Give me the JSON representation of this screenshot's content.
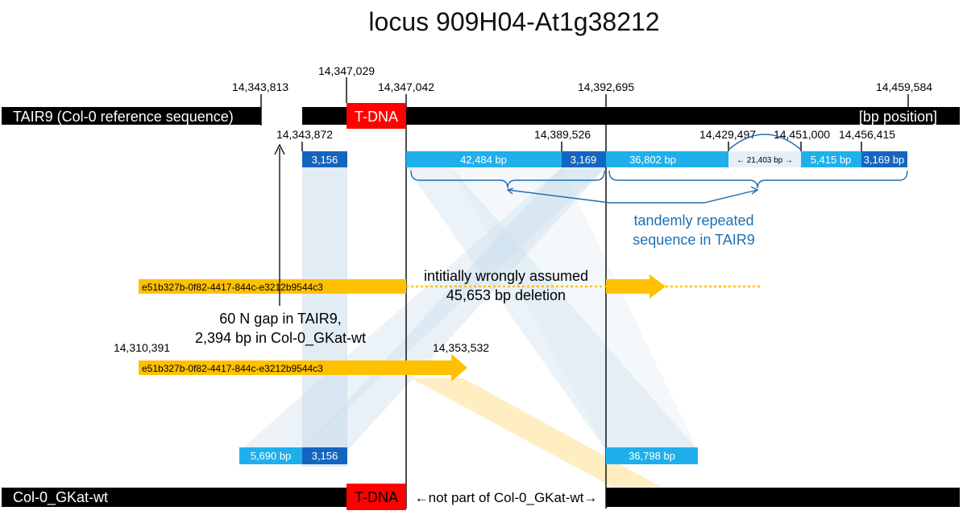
{
  "title": "locus 909H04-At1g38212",
  "tair9": {
    "label": "TAIR9 (Col-0 reference sequence)",
    "unit_label": "[bp position]",
    "tdna": "T-DNA",
    "positions": {
      "p1": "14,343,813",
      "p2": "14,347,029",
      "p3": "14,347,042",
      "p4": "14,392,695",
      "p5": "14,459,584",
      "p6": "14,343,872",
      "p7": "14,389,526",
      "p8": "14,429,497",
      "p9": "14,451,000",
      "p10": "14,456,415"
    },
    "segments": {
      "s1": "3,156",
      "s2": "42,484 bp",
      "s3": "3,169",
      "s4": "36,802 bp",
      "gap": "← 21,403 bp →",
      "s5": "5,415 bp",
      "s6": "3,169 bp"
    },
    "repeat_note_line1": "tandemly repeated",
    "repeat_note_line2": "sequence in TAIR9"
  },
  "contigs": {
    "upper_id": "e51b327b-0f82-4417-844c-e3212b9544c3",
    "lower_id": "e51b327b-0f82-4417-844c-e3212b9544c3",
    "deletion_note_line1": "intitially wrongly assumed",
    "deletion_note_line2": "45,653 bp deletion",
    "gap_note_line1": "60 N gap in TAIR9,",
    "gap_note_line2": "2,394 bp in Col-0_GKat-wt",
    "left_pos": "14,310,391",
    "right_pos": "14,353,532"
  },
  "gkat": {
    "label": "Col-0_GKat-wt",
    "tdna": "T-DNA",
    "not_part": "←not part of Col-0_GKat-wt→",
    "segments": {
      "g1": "5,690 bp",
      "g2": "3,156",
      "g3": "36,798 bp"
    }
  },
  "colors": {
    "bar": "#000000",
    "tdna": "#ff0000",
    "light_blue": "#1fb0ec",
    "dark_blue": "#1565c0",
    "pale_blue": "#cfe3f1",
    "orange": "#ffc000",
    "annotation_blue": "#1f6fb2"
  }
}
